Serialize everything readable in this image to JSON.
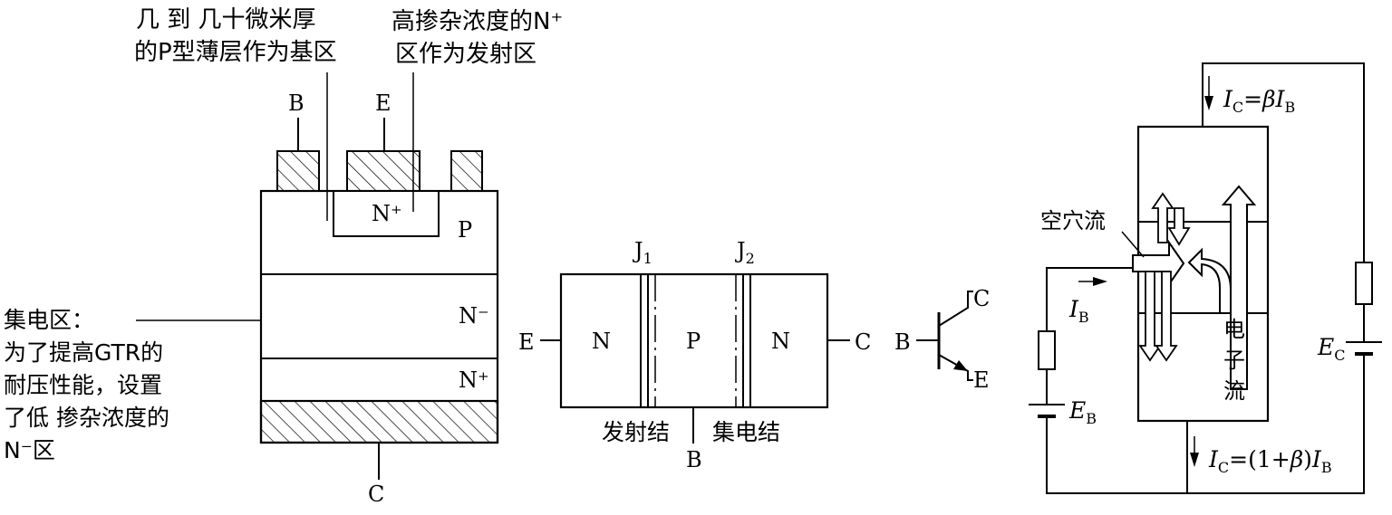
{
  "structure": {
    "annotation_base_line1": "几 到 几十微米厚",
    "annotation_base_line2": "的P型薄层作为基区",
    "annotation_emitter_line1": "高掺杂浓度的N⁺",
    "annotation_emitter_line2": "区作为发射区",
    "terminal_b": "B",
    "terminal_e": "E",
    "terminal_c": "C",
    "region_n_plus_emitter": "N⁺",
    "region_p": "P",
    "region_n_minus": "N⁻",
    "region_n_plus": "N⁺",
    "collector_note": [
      "集电区：",
      "为了提高GTR的",
      "耐压性能，设置",
      "了低 掺杂浓度的",
      "N⁻区"
    ]
  },
  "junction": {
    "j1": "J",
    "j1_sub": "1",
    "j2": "J",
    "j2_sub": "2",
    "left_terminal": "E",
    "right_terminal": "C",
    "bottom_terminal": "B",
    "region_n_left": "N",
    "region_p": "P",
    "region_n_right": "N",
    "emitter_junction": "发射结",
    "collector_junction": "集电结"
  },
  "symbol": {
    "b": "B",
    "c": "C",
    "e": "E"
  },
  "circuit": {
    "ic_top_i": "I",
    "ic_top_sub": "C",
    "ic_top_eq": "=",
    "ic_top_beta": "β",
    "ic_top_i2": "I",
    "ic_top_sub2": "B",
    "ib_i": "I",
    "ib_sub": "B",
    "eb_e": "E",
    "eb_sub": "B",
    "ec_e": "E",
    "ec_sub": "C",
    "ie_i": "I",
    "ie_sub": "C",
    "ie_eq": "=(1+",
    "ie_beta": "β",
    "ie_close": ")",
    "ie_i2": "I",
    "ie_sub2": "B",
    "hole_flow": "空穴流",
    "electron_flow_1": "电",
    "electron_flow_2": "子",
    "electron_flow_3": "流"
  }
}
